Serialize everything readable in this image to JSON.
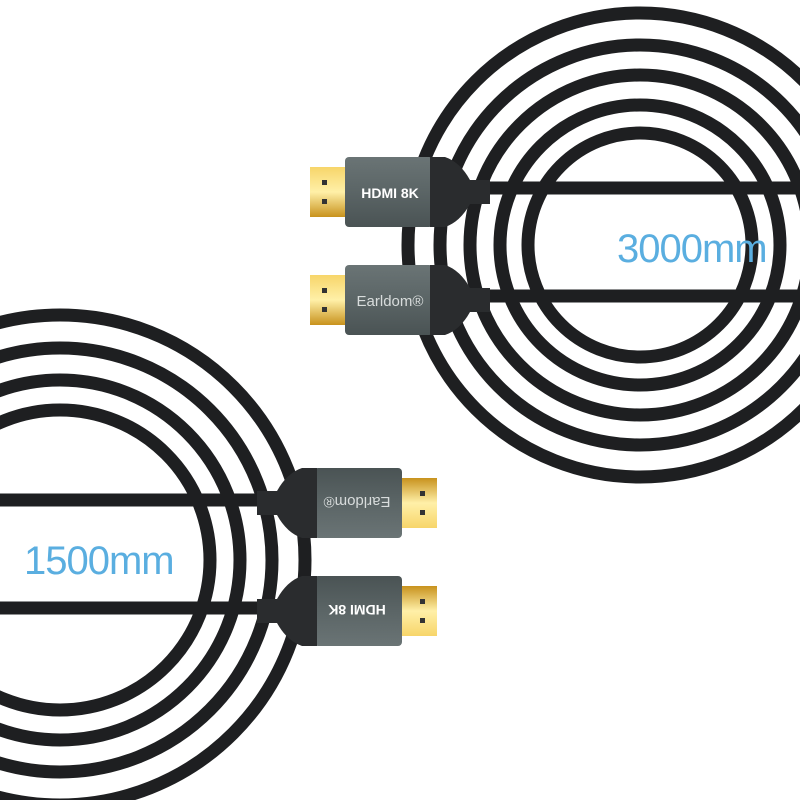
{
  "labels": {
    "long_length": "3000mm",
    "short_length": "1500mm"
  },
  "connectors": {
    "hdmi_label": "HDMI 8K",
    "brand_label": "Earldom®"
  },
  "colors": {
    "accent_text": "#5aaee0",
    "cable": "#1e1f21",
    "housing": "#5b6566",
    "gold": "#e6b12f"
  }
}
